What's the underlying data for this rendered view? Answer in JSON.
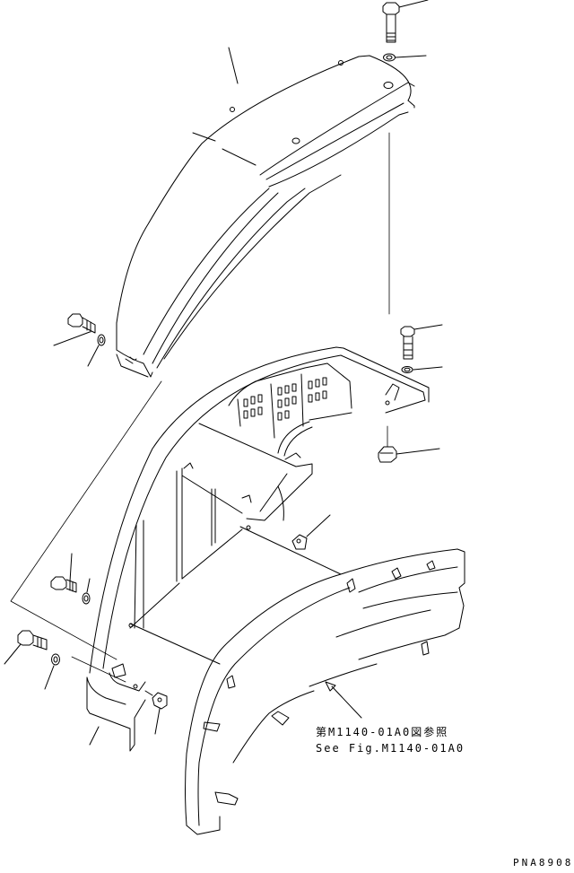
{
  "diagram": {
    "type": "exploded-parts-diagram",
    "reference_note": {
      "japanese": "第M1140-01A0図参照",
      "english": "See Fig.M1140-01A0"
    },
    "drawing_id": "PNA8908",
    "parts": [
      {
        "name": "upper-fender-cover"
      },
      {
        "name": "upper-bolt"
      },
      {
        "name": "upper-washer"
      },
      {
        "name": "mid-bolt"
      },
      {
        "name": "mid-washer"
      },
      {
        "name": "nut-clip"
      },
      {
        "name": "fender-frame-bracket"
      },
      {
        "name": "clip-center"
      },
      {
        "name": "left-bolt-upper"
      },
      {
        "name": "left-washer-upper"
      },
      {
        "name": "left-bolt-lower"
      },
      {
        "name": "left-washer-lower"
      },
      {
        "name": "mud-flap"
      },
      {
        "name": "clip-lower"
      },
      {
        "name": "front-fender-assembly"
      }
    ]
  }
}
